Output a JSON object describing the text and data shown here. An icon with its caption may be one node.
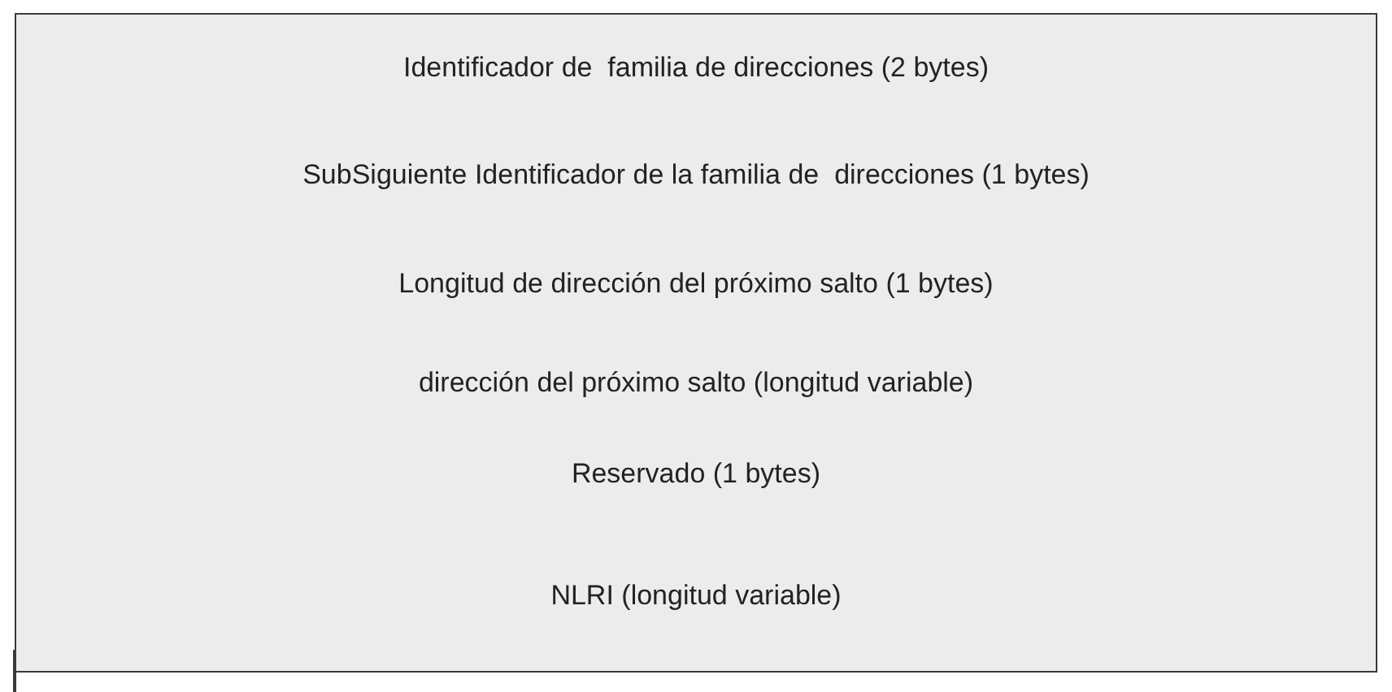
{
  "diagram": {
    "nodes": [
      {
        "text": [
          "Identificador de  familia de direcciones (2 bytes)"
        ]
      },
      {
        "text": [
          "SubSiguiente Identificador de la familia de  direcciones (1 bytes)"
        ]
      },
      {
        "text": [
          "Longitud de dirección del próximo salto (1 bytes)"
        ]
      },
      {
        "text": [
          "dirección del próximo salto (longitud variable)"
        ]
      },
      {
        "text": [
          "Reservado (1 bytes)"
        ]
      },
      {
        "text": [
          "NLRI (longitud variable)"
        ]
      }
    ]
  }
}
